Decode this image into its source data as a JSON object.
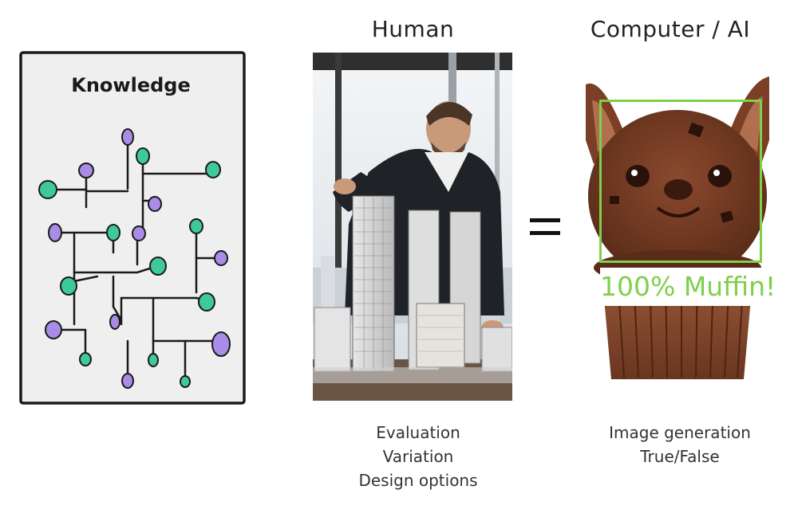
{
  "knowledge": {
    "title": "Knowledge"
  },
  "human": {
    "title": "Human",
    "captions": [
      "Evaluation",
      "Variation",
      "Design options"
    ]
  },
  "operator": {
    "symbol": "="
  },
  "ai": {
    "title": "Computer / AI",
    "detection_label": "100% Muffin!",
    "captions": [
      "Image generation",
      "True/False"
    ]
  },
  "colors": {
    "node_green": "#3ec99a",
    "node_purple": "#a98ce6",
    "detection_green": "#7fcf4a",
    "card_bg": "#efefef"
  }
}
